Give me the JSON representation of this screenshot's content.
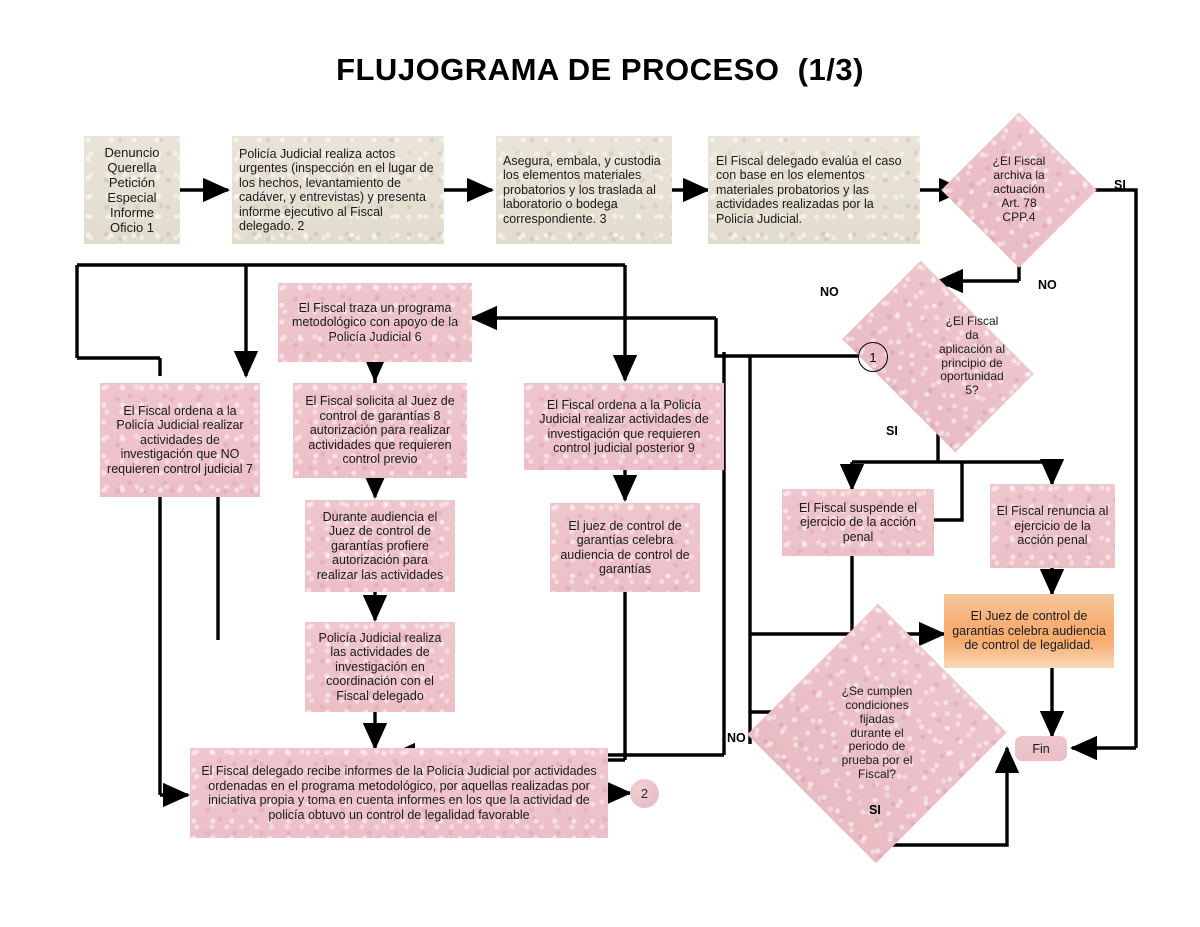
{
  "title": "FLUJOGRAMA DE PROCESO  (1/3)",
  "palette": {
    "beige": "#e5e0d2",
    "pink": "#eec3cb",
    "orange": "#f8b077",
    "line": "#000000",
    "text": "#1a1a1a"
  },
  "nodes": {
    "n1": {
      "text": "Denuncio\nQuerella\nPetición\nEspecial\nInforme\nOficio  1",
      "shape": "process",
      "fill": "beige"
    },
    "n2": {
      "text": "Policía Judicial realiza actos urgentes (inspección en el lugar de los hechos, levantamiento de cadáver, y entrevistas) y presenta informe ejecutivo al Fiscal delegado.  2",
      "shape": "process",
      "fill": "beige"
    },
    "n3": {
      "text": "Asegura, embala, y custodia los elementos materiales probatorios y los traslada al laboratorio o bodega correspondiente.  3",
      "shape": "process",
      "fill": "beige"
    },
    "n4": {
      "text": "El Fiscal delegado evalúa el caso con base en los elementos materiales probatorios y las actividades realizadas por la Policía Judicial.",
      "shape": "process",
      "fill": "beige"
    },
    "d4": {
      "text": "¿El Fiscal\narchiva la\nactuación\nArt. 78\nCPP.4",
      "shape": "decision",
      "fill": "pink"
    },
    "d5": {
      "text": "¿El Fiscal\nda\naplicación al\nprincipio de\noportunidad\n5?",
      "shape": "decision",
      "fill": "pink"
    },
    "n6": {
      "text": "El Fiscal traza un programa metodológico con apoyo de la Policía Judicial  6",
      "shape": "process",
      "fill": "pink"
    },
    "n7": {
      "text": "El Fiscal ordena a la Policía Judicial realizar actividades de investigación que NO requieren control judicial 7",
      "shape": "process",
      "fill": "pink"
    },
    "n8": {
      "text": "El Fiscal solicita al Juez de control de garantías 8 autorización para realizar actividades que requieren control previo",
      "shape": "process",
      "fill": "pink"
    },
    "n9": {
      "text": "El Fiscal ordena a la Policía Judicial realizar actividades de investigación que requieren control judicial posterior  9",
      "shape": "process",
      "fill": "pink"
    },
    "n10": {
      "text": "Durante audiencia el Juez de control de garantías profiere autorización para realizar las actividades",
      "shape": "process",
      "fill": "pink"
    },
    "n11": {
      "text": "El juez de control de garantías celebra audiencia de control de garantías",
      "shape": "process",
      "fill": "pink"
    },
    "n12": {
      "text": "Policía Judicial realiza las actividades de investigación en coordinación con el Fiscal delegado",
      "shape": "process",
      "fill": "pink"
    },
    "n13": {
      "text": "El Fiscal suspende el ejercicio de la acción penal",
      "shape": "process",
      "fill": "pink"
    },
    "n14": {
      "text": "El Fiscal renuncia al ejercicio de la acción penal",
      "shape": "process",
      "fill": "pink"
    },
    "n15": {
      "text": "El Juez de control de garantías celebra audiencia de control de legalidad.",
      "shape": "process",
      "fill": "orange"
    },
    "d6": {
      "text": "¿Se cumplen\ncondiciones\nfijadas\ndurante el\nperiodo de\nprueba por el\nFiscal?",
      "shape": "decision",
      "fill": "pink"
    },
    "n16": {
      "text": "El Fiscal delegado recibe informes de la Policía Judicial por actividades ordenadas en el programa metodológico,  por aquellas realizadas por iniciativa propia y  toma en cuenta informes en los que la actividad de policía obtuvo un control de legalidad favorable",
      "shape": "process",
      "fill": "pink"
    },
    "fin": {
      "text": "Fin",
      "shape": "terminator",
      "fill": "pink"
    },
    "conn2": {
      "text": "2",
      "shape": "connector",
      "fill": "pink"
    },
    "conn1": {
      "text": "1",
      "shape": "connector-ref",
      "fill": "none"
    }
  },
  "edge_labels": {
    "d4_si": "SI",
    "d4_no_right": "NO",
    "d4_no_left": "NO",
    "d5_si": "SI",
    "d6_no": "NO",
    "d6_si": "SI"
  }
}
